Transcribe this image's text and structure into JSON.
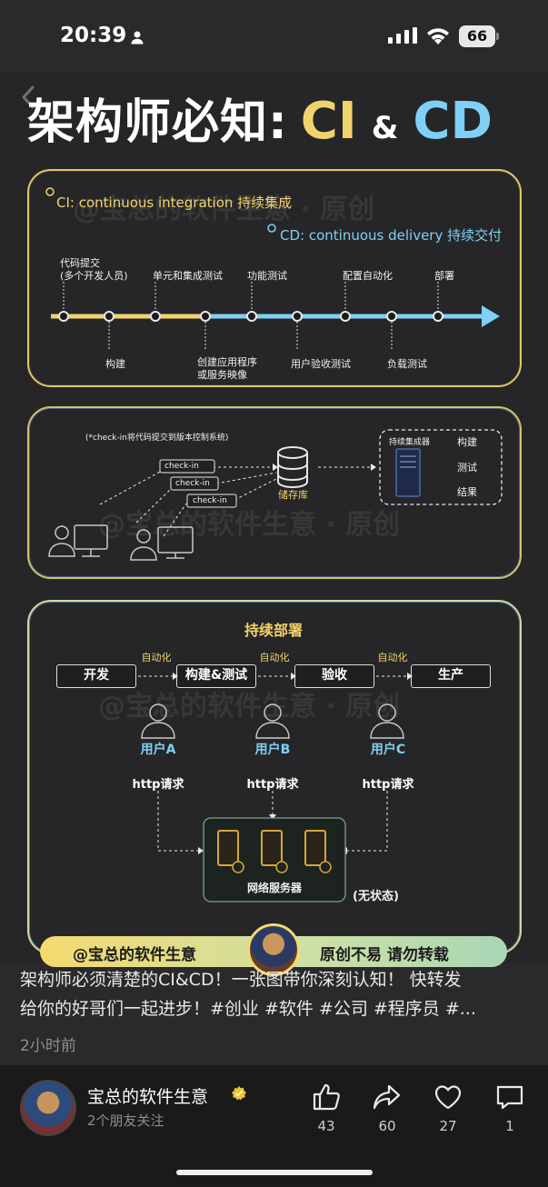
{
  "status_bar": {
    "time": "20:39",
    "battery": "66"
  },
  "poster": {
    "title_zh": "架构师必知:",
    "title_ci": "CI",
    "title_amp": "&",
    "title_cd": "CD",
    "panel1": {
      "ci_label": "CI: continuous integration 持续集成",
      "cd_label": "CD: continuous delivery 持续交付",
      "top_labels": [
        "代码提交\n(多个开发人员)",
        "单元和集成测试",
        "功能测试",
        "配置自动化",
        "部署"
      ],
      "bottom_labels": [
        "构建",
        "创建应用程序\n或服务映像",
        "用户验收测试",
        "负载测试"
      ]
    },
    "panel2": {
      "note": "(*check-in将代码提交到版本控制系统)",
      "checkins": [
        "check-in",
        "check-in",
        "check-in"
      ],
      "repo": "储存库",
      "ci_server": "持续集成器",
      "steps": [
        "构建",
        "测试",
        "结果"
      ]
    },
    "panel3": {
      "title": "持续部署",
      "stages": [
        "开发",
        "构建&测试",
        "验收",
        "生产"
      ],
      "auto": [
        "自动化",
        "自动化",
        "自动化"
      ],
      "users": [
        "用户A",
        "用户B",
        "用户C"
      ],
      "http": [
        "http请求",
        "http请求",
        "http请求"
      ],
      "server": "网络服务器",
      "stateless": "(无状态)"
    },
    "watermark": "@宝总的软件生意 · 原创",
    "banner_left": "@宝总的软件生意",
    "banner_right": "原创不易 请勿转载"
  },
  "caption": {
    "line1": "架构师必须清楚的CI&CD！一张图带你深刻认知！ 快转发",
    "line2": "给你的好哥们一起进步！#创业 #软件 #公司 #程序员 #..."
  },
  "time_ago": "2小时前",
  "author": {
    "name": "宝总的软件生意",
    "sub": "2个朋友关注"
  },
  "actions": {
    "like": "43",
    "share": "60",
    "favorite": "27",
    "comment": "1"
  },
  "colors": {
    "ci": "#f2d36b",
    "cd": "#7fd0f5",
    "background": "#2a2a2c"
  }
}
